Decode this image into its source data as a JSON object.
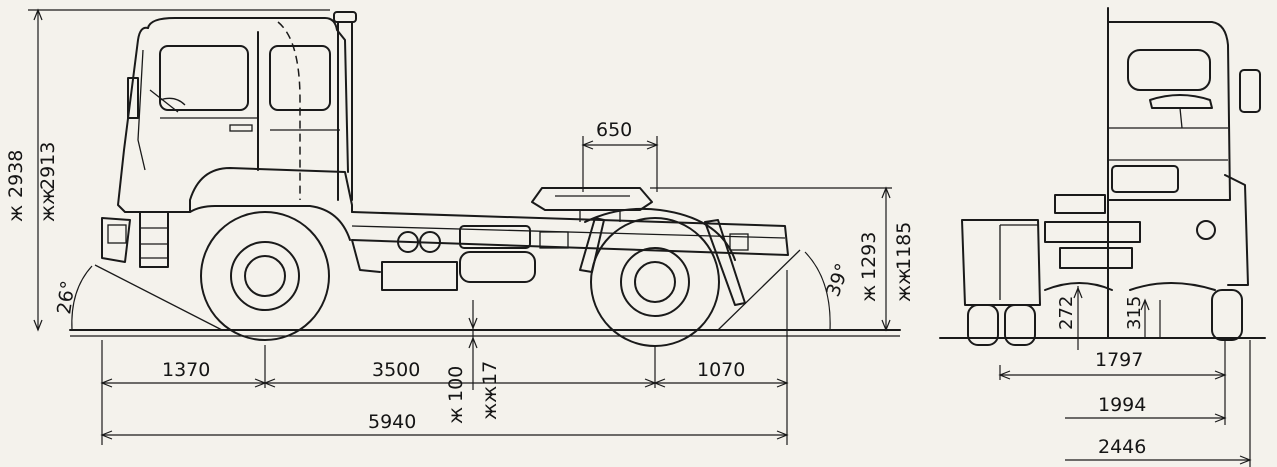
{
  "dimensions": {
    "height_total_1": "2938",
    "height_total_2": "2913",
    "fifth_wheel_width": "650",
    "fifth_wheel_height_1": "1293",
    "fifth_wheel_height_2": "1185",
    "front_angle": "26°",
    "rear_angle": "39°",
    "front_overhang": "1370",
    "wheelbase": "3500",
    "rear_overhang": "1070",
    "ground_clearance_1": "100",
    "ground_clearance_2": "17",
    "overall_length": "5940",
    "height_272": "272",
    "height_315": "315",
    "track_1797": "1797",
    "width_1994": "1994",
    "width_2446": "2446"
  },
  "markers": {
    "single": "ж",
    "double": "жж"
  }
}
